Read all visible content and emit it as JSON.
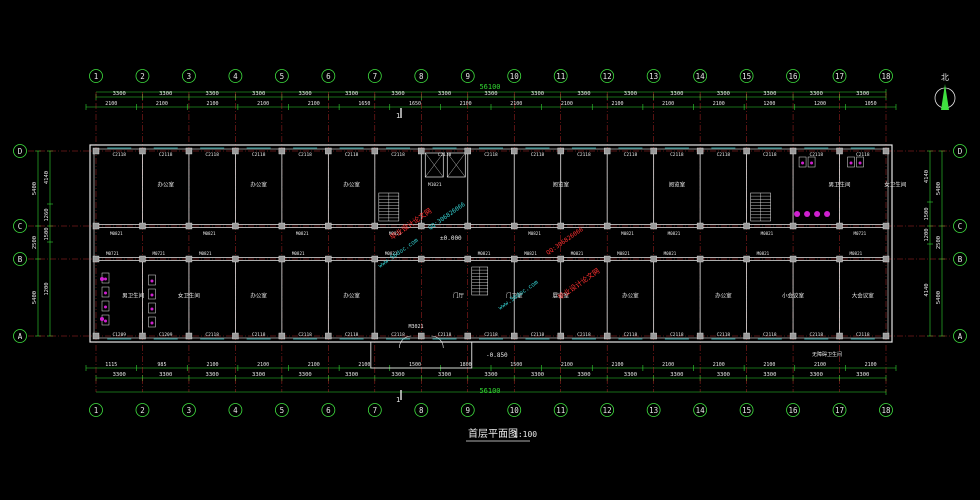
{
  "title": "首层平面图",
  "scale": "1:100",
  "north_label": "北",
  "total_length": "56100",
  "section_marker": "1",
  "level_mark": "±0.000",
  "entrance_level": "-0.850",
  "axes_x": [
    "1",
    "2",
    "3",
    "4",
    "5",
    "6",
    "7",
    "8",
    "9",
    "10",
    "11",
    "12",
    "13",
    "14",
    "15",
    "16",
    "17",
    "18"
  ],
  "axes_y": [
    "A",
    "B",
    "C",
    "D"
  ],
  "bay_dims": [
    "3300",
    "3300",
    "3300",
    "3300",
    "3300",
    "3300",
    "3300",
    "3300",
    "3300",
    "3300",
    "3300",
    "3300",
    "3300",
    "3300",
    "3300",
    "3300",
    "3300"
  ],
  "top_sub_dims": [
    "2100",
    "2100",
    "2100",
    "2100",
    "2100",
    "1650",
    "1650",
    "2100",
    "2100",
    "2100",
    "2100",
    "2100",
    "2100",
    "1200",
    "1200",
    "1050"
  ],
  "bottom_sub_dims": [
    "1115",
    "985",
    "2100",
    "2100",
    "2100",
    "2100",
    "1500",
    "1800",
    "1500",
    "2100",
    "2100",
    "2100",
    "2100",
    "2100",
    "2100",
    "2100"
  ],
  "left_dims": [
    "5400",
    "2500",
    "5400"
  ],
  "left_sub": [
    "4140",
    "1260",
    "1500",
    "1200"
  ],
  "right_dims": [
    "5400",
    "2500",
    "5400"
  ],
  "right_sub": [
    "4140",
    "1500",
    "1200",
    "4140"
  ],
  "colors": {
    "wall": "#e6e6e6",
    "column": "#9a9a9a",
    "dim": "#32d832",
    "axis": "#3fe03f",
    "grid": "#e03030",
    "text": "#e8e8e8",
    "accent": "#d020d0",
    "stair": "#f0f0f0",
    "cyan": "#33cccc"
  },
  "windows_top": [
    "C2118",
    "C2118",
    "C2118",
    "C2118",
    "C2118",
    "C2118",
    "C2118",
    "C2118",
    "C2118",
    "C2118",
    "C2118",
    "C2118",
    "C2118",
    "C2118",
    "C2118",
    "C2118",
    "C2118"
  ],
  "windows_bottom": [
    "C1209",
    "C1209",
    "C2118",
    "C2118",
    "C2118",
    "C2118",
    "C2118",
    "C2118",
    "C2118",
    "C2118",
    "C2118",
    "C2118",
    "C2118",
    "C2118",
    "C2118",
    "C2118",
    "C2118"
  ],
  "doors_c": [
    "M0821",
    "M0821",
    "M0821",
    "M0821",
    "M0821",
    "M0821",
    "M0821",
    "M0821",
    "M0721"
  ],
  "doors_b": [
    "M0721",
    "M0721",
    "M0821",
    "M0821",
    "M0821",
    "M0821",
    "M0821",
    "M0821",
    "M0821",
    "M0821",
    "M0821",
    "M0821"
  ],
  "main_door": "M3021",
  "elevator_door": "M1021",
  "rooms_north": [
    {
      "label": "办公室",
      "bay": 1
    },
    {
      "label": "办公室",
      "bay": 3
    },
    {
      "label": "办公室",
      "bay": 5
    },
    {
      "label": "阅览室",
      "bay": 9.5
    },
    {
      "label": "阅览室",
      "bay": 12
    },
    {
      "label": "男卫生间",
      "bay": 15.5
    },
    {
      "label": "女卫生间",
      "bay": 16.7
    }
  ],
  "rooms_south": [
    {
      "label": "男卫生间",
      "bay": 0.3
    },
    {
      "label": "女卫生间",
      "bay": 1.5
    },
    {
      "label": "办公室",
      "bay": 3
    },
    {
      "label": "办公室",
      "bay": 5
    },
    {
      "label": "门厅",
      "bay": 7.3
    },
    {
      "label": "门卫室",
      "bay": 8.5
    },
    {
      "label": "展览室",
      "bay": 9.5
    },
    {
      "label": "办公室",
      "bay": 11
    },
    {
      "label": "办公室",
      "bay": 13
    },
    {
      "label": "小会议室",
      "bay": 14.5
    },
    {
      "label": "大会议室",
      "bay": 16
    }
  ],
  "toilet_note": "无障碍卫生间",
  "watermarks": [
    "毕业设计论文网",
    "www.56doc.com",
    "QQ:306826066"
  ]
}
